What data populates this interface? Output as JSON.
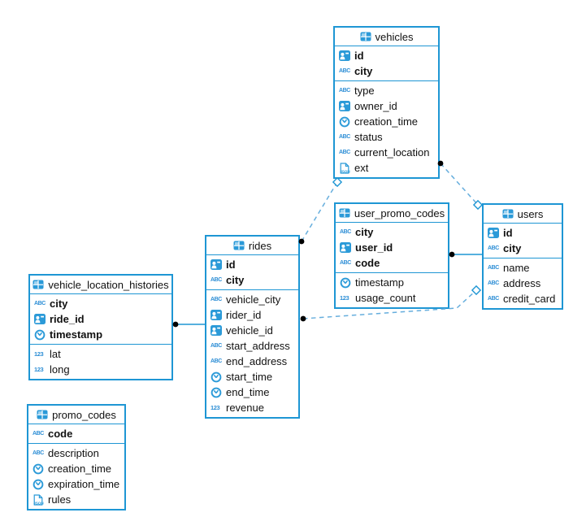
{
  "diagram": {
    "title": "database-er-diagram",
    "colors": {
      "table_border": "#1e96d4",
      "icon_blue": "#2b9ad8",
      "icon_text_blue": "#2e8fd6",
      "connector_dashed": "#66aedd",
      "connector_solid": "#1e96d4",
      "endpoint_dot": "#000000",
      "text": "#111111",
      "background": "#ffffff"
    },
    "icon_glyphs": {
      "text": "ABC",
      "number": "123",
      "json": "JSON"
    },
    "tables": [
      {
        "name": "vehicles",
        "key_fields": [
          {
            "icon": "id-card-icon",
            "label": "id"
          },
          {
            "icon": "text-icon",
            "label": "city"
          }
        ],
        "fields": [
          {
            "icon": "text-icon",
            "label": "type"
          },
          {
            "icon": "id-card-icon",
            "label": "owner_id"
          },
          {
            "icon": "clock-icon",
            "label": "creation_time"
          },
          {
            "icon": "text-icon",
            "label": "status"
          },
          {
            "icon": "text-icon",
            "label": "current_location"
          },
          {
            "icon": "json-icon",
            "label": "ext"
          }
        ]
      },
      {
        "name": "user_promo_codes",
        "key_fields": [
          {
            "icon": "text-icon",
            "label": "city"
          },
          {
            "icon": "id-card-icon",
            "label": "user_id"
          },
          {
            "icon": "text-icon",
            "label": "code"
          }
        ],
        "fields": [
          {
            "icon": "clock-icon",
            "label": "timestamp"
          },
          {
            "icon": "number-icon",
            "label": "usage_count"
          }
        ]
      },
      {
        "name": "users",
        "key_fields": [
          {
            "icon": "id-card-icon",
            "label": "id"
          },
          {
            "icon": "text-icon",
            "label": "city"
          }
        ],
        "fields": [
          {
            "icon": "text-icon",
            "label": "name"
          },
          {
            "icon": "text-icon",
            "label": "address"
          },
          {
            "icon": "text-icon",
            "label": "credit_card"
          }
        ]
      },
      {
        "name": "rides",
        "key_fields": [
          {
            "icon": "id-card-icon",
            "label": "id"
          },
          {
            "icon": "text-icon",
            "label": "city"
          }
        ],
        "fields": [
          {
            "icon": "text-icon",
            "label": "vehicle_city"
          },
          {
            "icon": "id-card-icon",
            "label": "rider_id"
          },
          {
            "icon": "id-card-icon",
            "label": "vehicle_id"
          },
          {
            "icon": "text-icon",
            "label": "start_address"
          },
          {
            "icon": "text-icon",
            "label": "end_address"
          },
          {
            "icon": "clock-icon",
            "label": "start_time"
          },
          {
            "icon": "clock-icon",
            "label": "end_time"
          },
          {
            "icon": "number-icon",
            "label": "revenue"
          }
        ]
      },
      {
        "name": "vehicle_location_histories",
        "key_fields": [
          {
            "icon": "text-icon",
            "label": "city"
          },
          {
            "icon": "id-card-icon",
            "label": "ride_id"
          },
          {
            "icon": "clock-icon",
            "label": "timestamp"
          }
        ],
        "fields": [
          {
            "icon": "number-icon",
            "label": "lat"
          },
          {
            "icon": "number-icon",
            "label": "long"
          }
        ]
      },
      {
        "name": "promo_codes",
        "key_fields": [
          {
            "icon": "text-icon",
            "label": "code"
          }
        ],
        "fields": [
          {
            "icon": "text-icon",
            "label": "description"
          },
          {
            "icon": "clock-icon",
            "label": "creation_time"
          },
          {
            "icon": "clock-icon",
            "label": "expiration_time"
          },
          {
            "icon": "json-icon",
            "label": "rules"
          }
        ]
      }
    ],
    "connections": [
      {
        "from": "rides",
        "to": "vehicles",
        "style": "dashed"
      },
      {
        "from": "vehicles",
        "to": "users",
        "style": "dashed"
      },
      {
        "from": "user_promo_codes",
        "to": "users",
        "style": "solid"
      },
      {
        "from": "rides",
        "to": "users",
        "style": "dashed"
      },
      {
        "from": "vehicle_location_histories",
        "to": "rides",
        "style": "solid"
      }
    ]
  }
}
